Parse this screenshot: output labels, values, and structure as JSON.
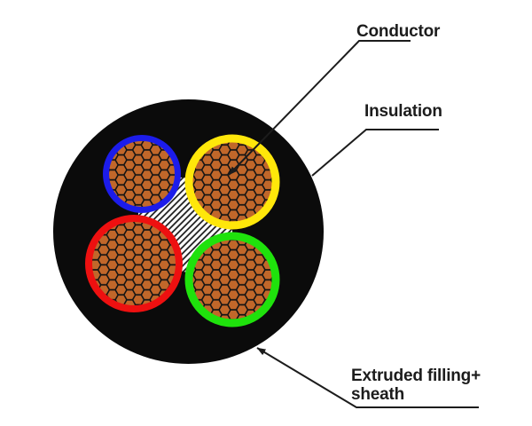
{
  "diagram": {
    "type": "cable-cross-section",
    "labels": {
      "conductor": "Conductor",
      "insulation": "Insulation",
      "sheath_line1": "Extruded filling+",
      "sheath_line2": "sheath"
    },
    "colors": {
      "background": "#ffffff",
      "sheath": "#0b0b0b",
      "copper": "#c1672a",
      "hex_line": "#141414",
      "ring_blue": "#1c1cea",
      "ring_yellow": "#ffe70a",
      "ring_red": "#ee1010",
      "ring_green": "#1fe20c",
      "filling_bg": "#ffffff",
      "hatch_line": "#141414",
      "leader_line": "#1c1c1c",
      "text": "#1c1c1c"
    },
    "cores": [
      {
        "position": "top-left",
        "insulation_color_name": "blue"
      },
      {
        "position": "top-right",
        "insulation_color_name": "yellow"
      },
      {
        "position": "bottom-left",
        "insulation_color_name": "red"
      },
      {
        "position": "bottom-right",
        "insulation_color_name": "green"
      }
    ]
  }
}
